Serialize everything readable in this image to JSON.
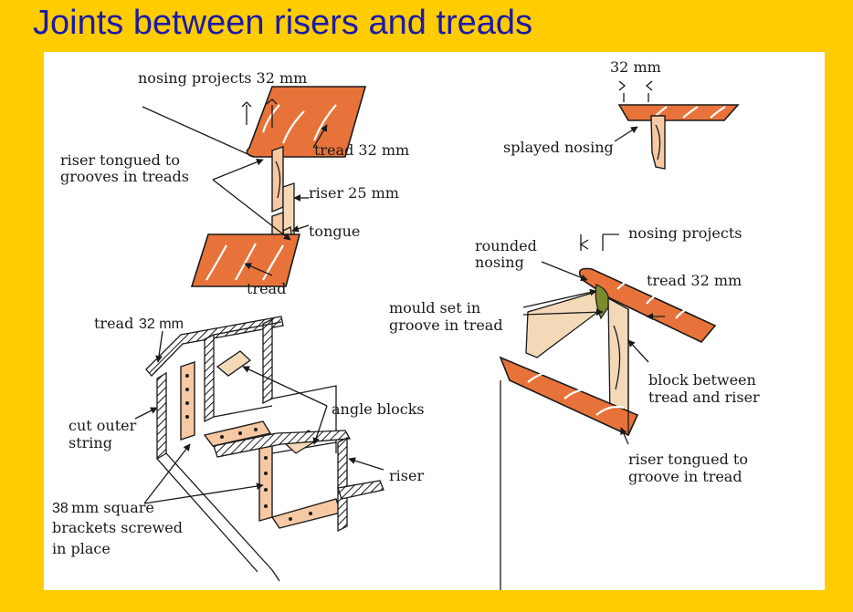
{
  "title": "Joints between risers and treads",
  "colors": {
    "background": "#FFCC00",
    "title": "#1C1AA8",
    "panel": "#FFFFFF",
    "wood": "#E8733A"
  },
  "detail_tongued": {
    "nosing_projects": "nosing projects 32 mm",
    "tread_top": "tread 32 mm",
    "riser_tongued": "riser tongued to",
    "riser_tongued_2": "grooves in treads",
    "riser": "riser 25 mm",
    "tongue": "tongue",
    "tread_bottom": "tread"
  },
  "detail_splayed": {
    "dimension": "32 mm",
    "splayed_nosing": "splayed nosing"
  },
  "detail_rounded": {
    "nosing_projects": "nosing projects",
    "rounded": "rounded",
    "nosing": "nosing",
    "tread": "tread 32 mm",
    "mould_1": "mould set in",
    "mould_2": "groove in tread",
    "block_1": "block between",
    "block_2": "tread and riser",
    "riser_1": "riser tongued to",
    "riser_2": "groove in tread"
  },
  "detail_string": {
    "tread": "tread",
    "tread_size": "32 mm",
    "angle_blocks": "angle blocks",
    "cut_outer_1": "cut outer",
    "cut_outer_2": "string",
    "riser": "riser",
    "brackets_size": "38",
    "brackets_1": "mm square",
    "brackets_2": "brackets screwed",
    "brackets_3": "in place"
  }
}
